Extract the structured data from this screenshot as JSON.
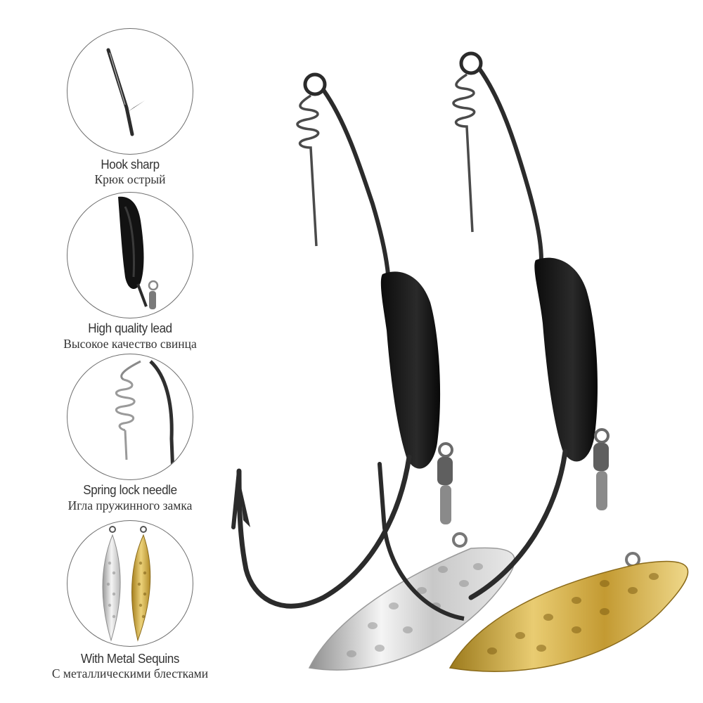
{
  "features": [
    {
      "label_en": "Hook sharp",
      "label_ru": "Крюк острый",
      "icon": "hook-point-closeup"
    },
    {
      "label_en": "High quality lead",
      "label_ru": "Высокое качество свинца",
      "icon": "lead-weight-closeup"
    },
    {
      "label_en": "Spring lock needle",
      "label_ru": "Игла пружинного замка",
      "icon": "spring-lock-closeup"
    },
    {
      "label_en": "With Metal Sequins",
      "label_ru": "С металлическими блестками",
      "icon": "sequins-closeup"
    }
  ],
  "colors": {
    "hook": "#2b2b2b",
    "lead": "#111111",
    "silver_blade": "#d9d9d9",
    "gold_blade": "#c9a33a",
    "circle_border": "#6e6e6e",
    "text": "#333333"
  }
}
